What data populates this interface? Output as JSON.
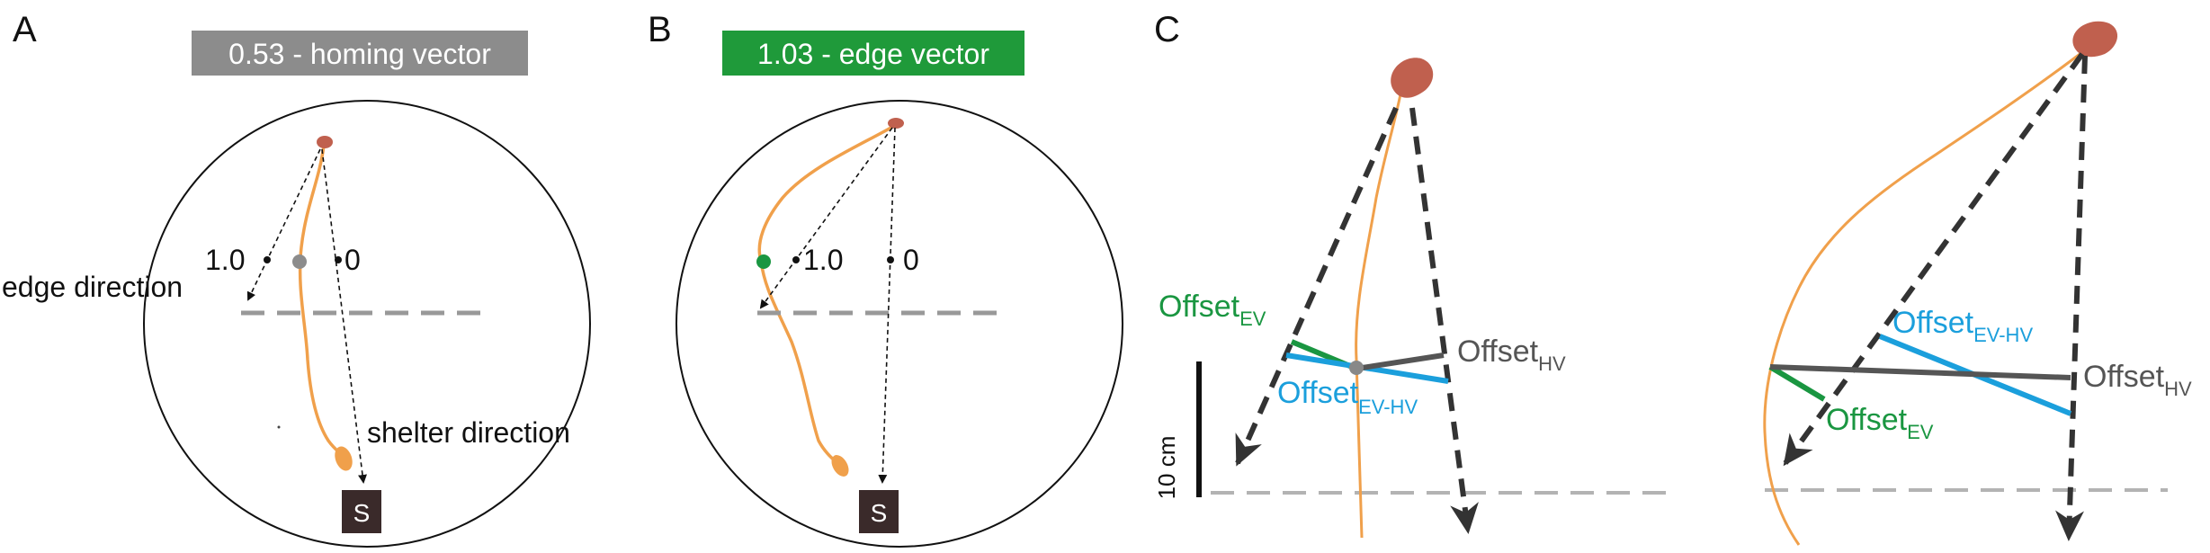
{
  "panels": {
    "A": {
      "letter": "A",
      "banner": "0.53 - homing vector",
      "banner_color": "#8c8c8c",
      "tick_left": "1.0",
      "tick_right": "0",
      "edge_label": "edge direction",
      "shelter_label": "shelter direction",
      "shelter_box": "S"
    },
    "B": {
      "letter": "B",
      "banner": "1.03 - edge vector",
      "banner_color": "#1f9a3a",
      "tick_left": "1.0",
      "tick_right": "0",
      "shelter_box": "S"
    },
    "C": {
      "letter": "C",
      "offset_ev_main": "Offset",
      "offset_ev_sub": "EV",
      "offset_hv_main": "Offset",
      "offset_hv_sub": "HV",
      "offset_evhv_main": "Offset",
      "offset_evhv_sub": "EV-HV",
      "scale_label": "10 cm"
    }
  },
  "colors": {
    "trajectory": "#f0a04b",
    "mouse": "#c0604e",
    "green": "#1a9641",
    "blue": "#1b9fdc",
    "dark_gray": "#555555",
    "light_gray": "#a8a8a8",
    "shelter": "#3a2a2a"
  }
}
